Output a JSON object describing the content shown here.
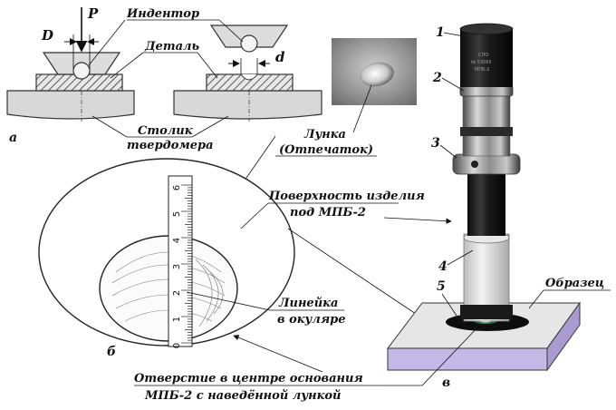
{
  "labels": {
    "force": "P",
    "indenter": "Индентор",
    "part": "Деталь",
    "big_d": "D",
    "small_d": "d",
    "table_line1": "Столик",
    "table_line2": "твердомера",
    "dent_line1": "Лунка",
    "dent_line2": "(Отпечаток)",
    "surface_line1": "Поверхность изделия",
    "surface_line2": "под МПБ-2",
    "ruler_line1": "Линейка",
    "ruler_line2": "в окуляре",
    "sample": "Образец",
    "hole_line1": "Отверстие в центре основания",
    "hole_line2": "МПБ-2 с наведённой лункой"
  },
  "panels": {
    "a": "а",
    "b": "б",
    "c": "в"
  },
  "parts": [
    "1",
    "2",
    "3",
    "4",
    "5"
  ],
  "ruler": {
    "ticks_labeled": [
      "0",
      "1",
      "2",
      "3",
      "4",
      "5",
      "6"
    ]
  },
  "device_text": {
    "line1": "СПО",
    "line2": "№ 53565",
    "line3": "МПБ-2"
  },
  "colors": {
    "sample_top": "#e6e6e6",
    "sample_front": "#c5b7e6",
    "tube_dark": "#151515",
    "hatch": "#333333",
    "table": "#d8d8d8"
  }
}
